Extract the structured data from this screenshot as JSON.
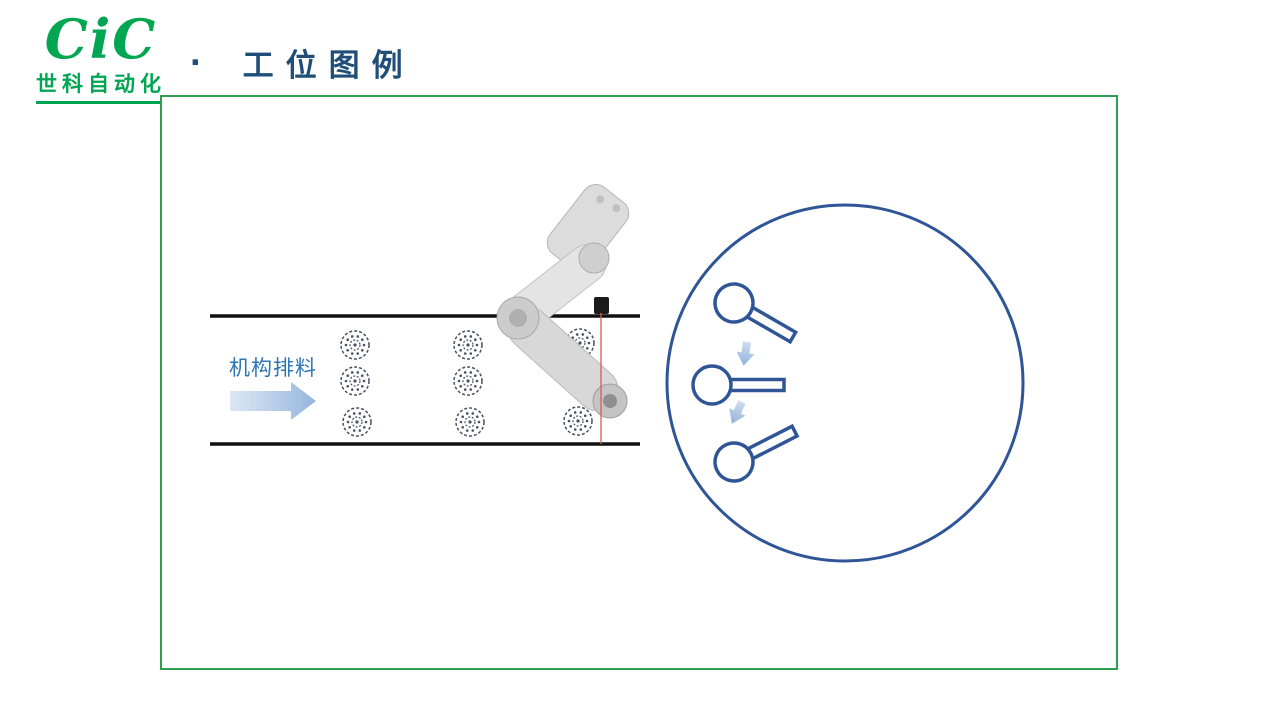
{
  "logo": {
    "brand": "CiC",
    "subtitle": "世科自动化"
  },
  "header": {
    "bullet": "·",
    "title": "工位图例"
  },
  "diagram": {
    "flow_label": "机构排料"
  },
  "icons": {
    "robot": "scara-robot-arm-illustration",
    "parts": "dotted-bearing-part-icon",
    "keys": "key-part-outline-icon",
    "arrows": "flow-arrow-icon"
  },
  "colors": {
    "brand_green": "#00A651",
    "title_blue": "#1F4E79",
    "frame_green": "#2E9E50",
    "outline_blue": "#2F5597",
    "label_blue": "#2E75B6",
    "arrow_blue": "#9AB8DD",
    "conveyor_black": "#111111",
    "laser_red": "#E05A4E"
  }
}
